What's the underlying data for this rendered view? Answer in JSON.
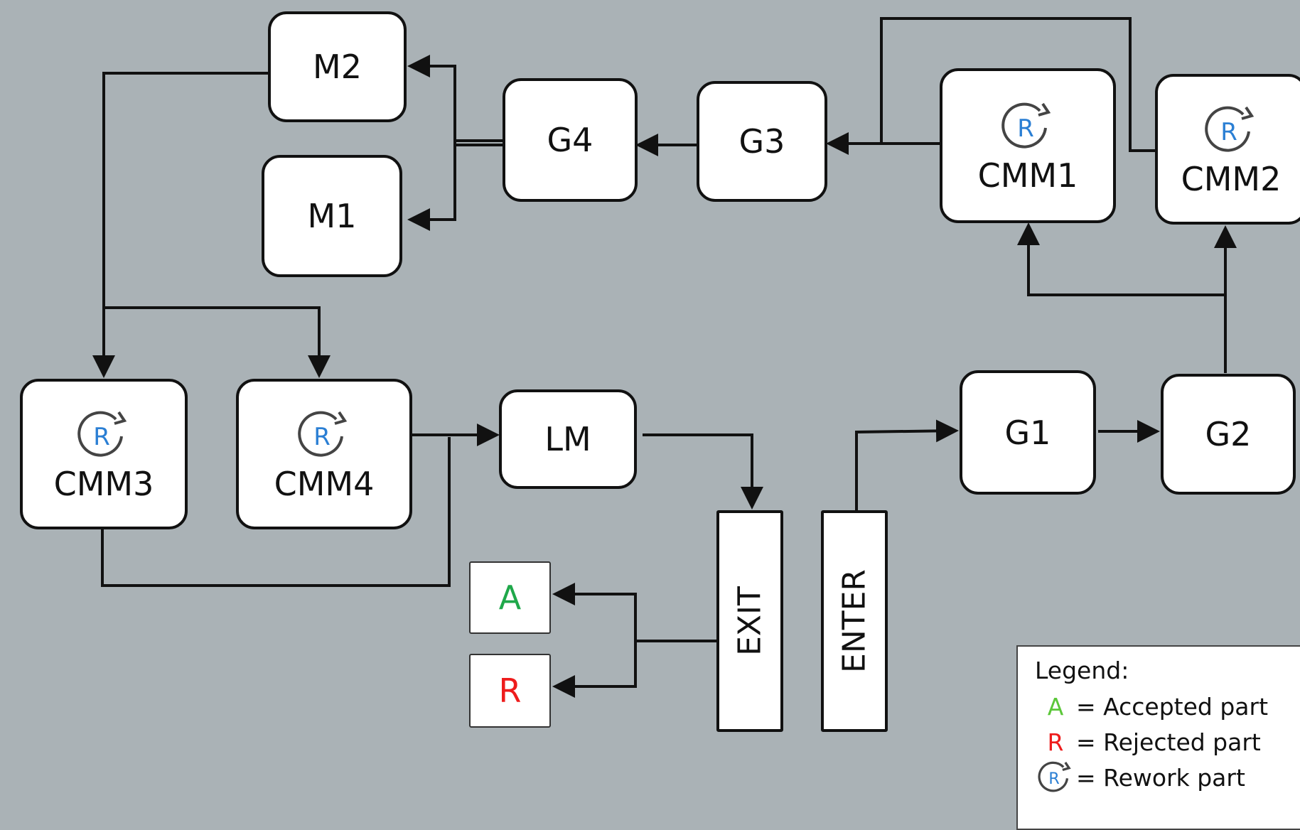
{
  "nodes": {
    "m2": "M2",
    "m1": "M1",
    "g4": "G4",
    "g3": "G3",
    "cmm1": "CMM1",
    "cmm2": "CMM2",
    "cmm3": "CMM3",
    "cmm4": "CMM4",
    "lm": "LM",
    "g1": "G1",
    "g2": "G2",
    "exit": "EXIT",
    "enter": "ENTER",
    "accepted": "A",
    "rejected": "R"
  },
  "rework_icon_letter": "R",
  "legend": {
    "title": "Legend:",
    "items": [
      {
        "symbol": "A",
        "text": "= Accepted part",
        "color": "#5cc73a"
      },
      {
        "symbol": "R",
        "text": "= Rejected part",
        "color": "#ee1c1c"
      },
      {
        "symbol": "R",
        "text": "= Rework part",
        "color": "#2b7fd4",
        "icon": "rework-icon"
      }
    ]
  },
  "colors": {
    "background": "#aab2b6",
    "accepted": "#1fa84a",
    "rejected": "#ee1c1c",
    "rework": "#2b7fd4"
  }
}
